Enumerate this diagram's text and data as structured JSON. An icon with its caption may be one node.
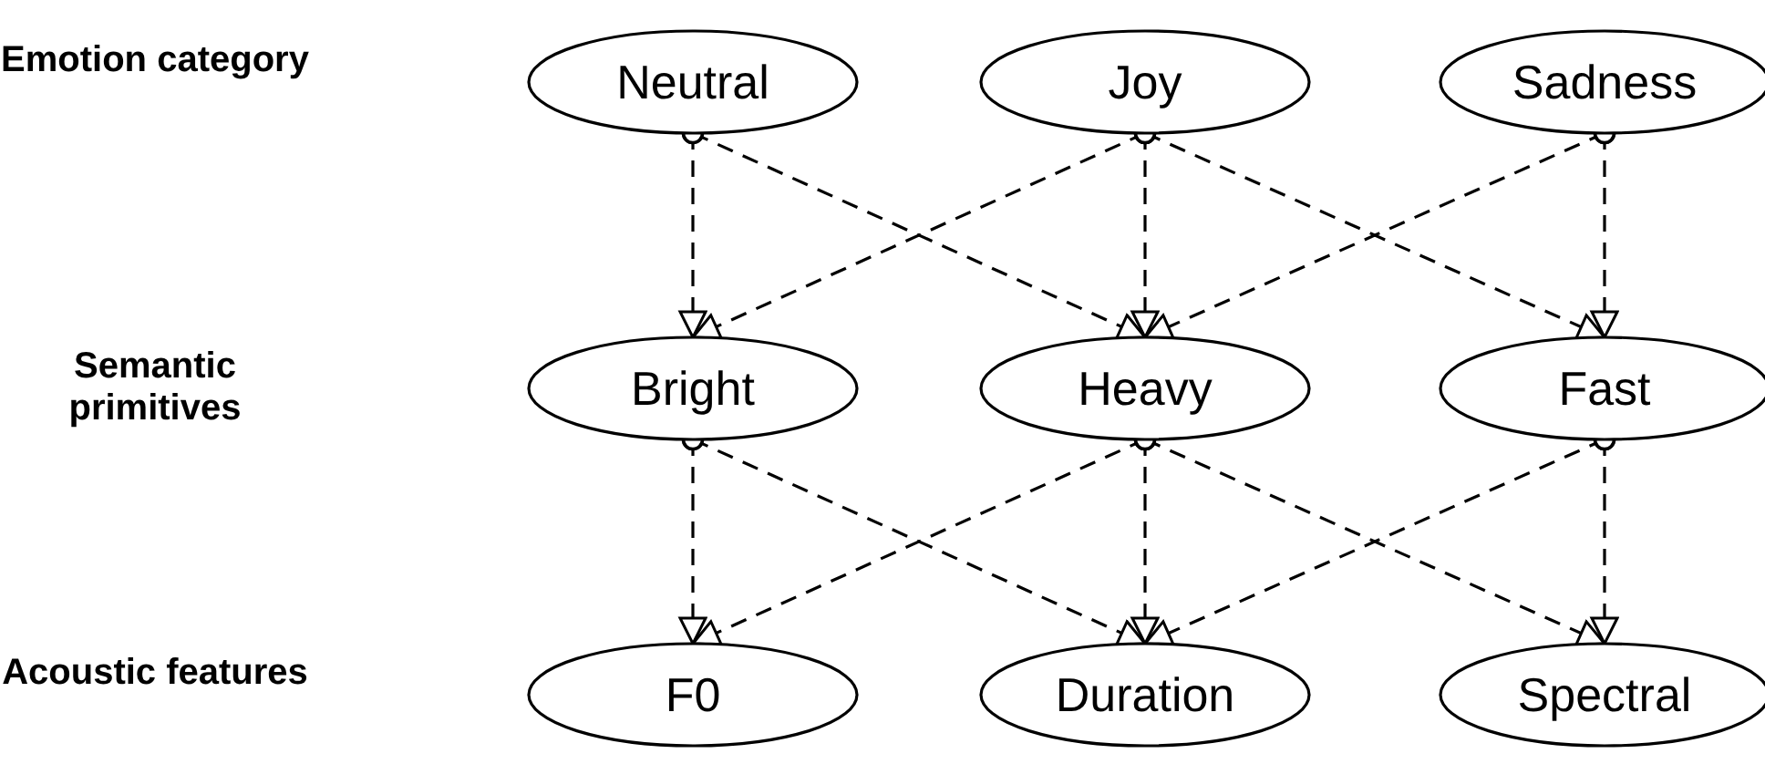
{
  "diagram": {
    "nodes": [
      {
        "text": [
          "Neutral"
        ]
      },
      {
        "text": [
          "Joy"
        ]
      },
      {
        "text": [
          "Sadness"
        ]
      },
      {
        "text": [
          "Bright"
        ]
      },
      {
        "text": [
          "Heavy"
        ]
      },
      {
        "text": [
          "Fast"
        ]
      },
      {
        "text": [
          "F0"
        ]
      },
      {
        "text": [
          "Duration"
        ]
      },
      {
        "text": [
          "Spectral"
        ]
      }
    ],
    "edges": [
      {
        "from": 0,
        "to": 3,
        "arrow": "to",
        "style": "dashed"
      },
      {
        "from": 0,
        "to": 4,
        "arrow": "to",
        "style": "dashed"
      },
      {
        "from": 1,
        "to": 3,
        "arrow": "to",
        "style": "dashed"
      },
      {
        "from": 1,
        "to": 4,
        "arrow": "to",
        "style": "dashed"
      },
      {
        "from": 1,
        "to": 5,
        "arrow": "to",
        "style": "dashed"
      },
      {
        "from": 2,
        "to": 4,
        "arrow": "to",
        "style": "dashed"
      },
      {
        "from": 2,
        "to": 5,
        "arrow": "to",
        "style": "dashed"
      },
      {
        "from": 3,
        "to": 6,
        "arrow": "to",
        "style": "dashed"
      },
      {
        "from": 3,
        "to": 7,
        "arrow": "to",
        "style": "dashed"
      },
      {
        "from": 4,
        "to": 6,
        "arrow": "to",
        "style": "dashed"
      },
      {
        "from": 4,
        "to": 7,
        "arrow": "to",
        "style": "dashed"
      },
      {
        "from": 4,
        "to": 8,
        "arrow": "to",
        "style": "dashed"
      },
      {
        "from": 5,
        "to": 7,
        "arrow": "to",
        "style": "dashed"
      },
      {
        "from": 5,
        "to": 8,
        "arrow": "to",
        "style": "dashed"
      }
    ],
    "labels": [
      "Emotion category",
      "Semantic primitives",
      "Acoustic features"
    ]
  }
}
